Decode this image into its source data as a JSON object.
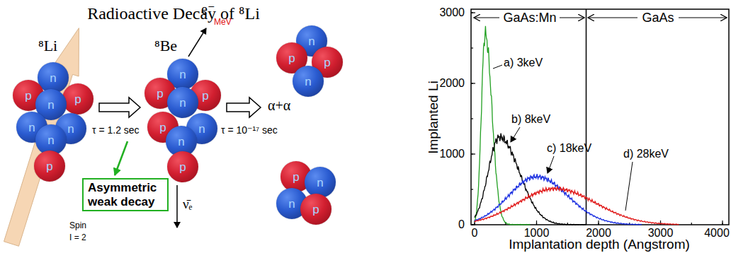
{
  "diagram": {
    "title": "Radioactive Decay of ⁸Li",
    "nodes": [
      {
        "text": [
          "n"
        ]
      },
      {
        "text": [
          "p"
        ]
      },
      {
        "text": [
          "p"
        ]
      },
      {
        "text": [
          "n"
        ]
      },
      {
        "text": [
          "n"
        ]
      },
      {
        "text": [
          "n"
        ]
      },
      {
        "text": [
          "n"
        ]
      },
      {
        "text": [
          "p"
        ]
      },
      {
        "text": [
          "Asymmetric weak decay"
        ]
      },
      {
        "text": [
          "n"
        ]
      },
      {
        "text": [
          "p"
        ]
      },
      {
        "text": [
          "p"
        ]
      },
      {
        "text": [
          "n"
        ]
      },
      {
        "text": [
          "p"
        ]
      },
      {
        "text": [
          "n"
        ]
      },
      {
        "text": [
          "n"
        ]
      },
      {
        "text": [
          "p"
        ]
      },
      {
        "text": [
          "n"
        ]
      },
      {
        "text": [
          "p"
        ]
      },
      {
        "text": [
          "p"
        ]
      },
      {
        "text": [
          "n"
        ]
      },
      {
        "text": [
          "p"
        ]
      },
      {
        "text": [
          "n"
        ]
      },
      {
        "text": [
          "n"
        ]
      },
      {
        "text": [
          "p"
        ]
      }
    ],
    "labels": [
      "⁸Li",
      "⁸Be",
      "τ = 1.2 sec",
      "τ = 10⁻¹⁷ sec",
      "α+α",
      "e⁻",
      "MeV",
      "ν̄ₑ",
      "Spin",
      "I = 2",
      "GaAs:Mn",
      "GaAs",
      "a) 3keV",
      "b) 8keV",
      "c) 18keV",
      "d) 28keV",
      "Implanted Li",
      "Implantation depth (Angstrom)",
      "0",
      "1000",
      "2000",
      "3000",
      "0",
      "1000",
      "2000",
      "3000",
      "4000"
    ]
  }
}
